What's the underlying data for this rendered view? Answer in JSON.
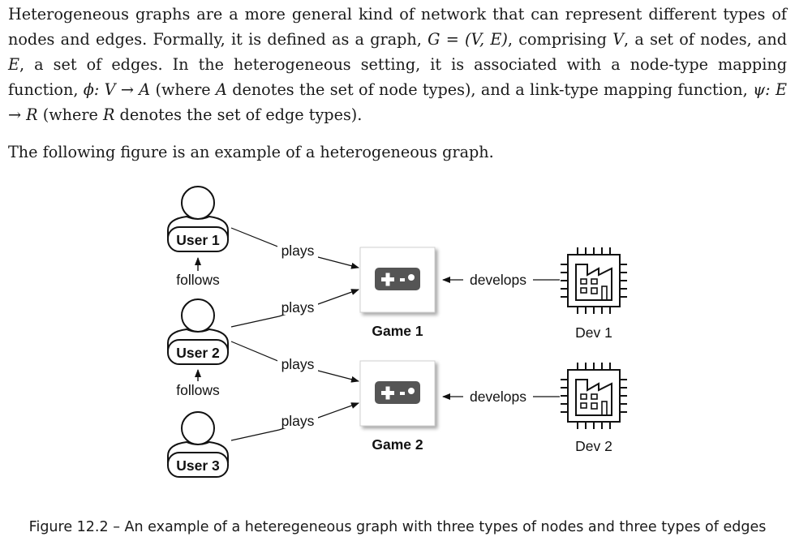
{
  "paragraph1": {
    "s1": "Heterogeneous graphs are a more general kind of network that can represent different types of nodes and edges. Formally, it is defined as a graph, ",
    "m_graph": "G = (V, E)",
    "s2": ", comprising ",
    "m_V": "V",
    "s3": ", a set of nodes, and ",
    "m_E": "E",
    "s4": ", a set of edges. In the heterogeneous setting, it is associated with a node-type mapping function, ",
    "m_phi": "ϕ: V → A",
    "s5": " (where ",
    "m_A": "A",
    "s6": " denotes the set of node types), and a link-type mapping function, ",
    "m_psi": "ψ: E → R",
    "s7": " (where ",
    "m_R": "R",
    "s8": " denotes the set of edge types)."
  },
  "paragraph2": "The following figure is an example of a heterogeneous graph.",
  "figure": {
    "users": [
      "User 1",
      "User 2",
      "User 3"
    ],
    "games": [
      "Game 1",
      "Game 2"
    ],
    "devs": [
      "Dev 1",
      "Dev 2"
    ],
    "edge_labels": {
      "follows": "follows",
      "plays": "plays",
      "develops": "develops"
    }
  },
  "caption": "Figure 12.2 – An example of a heteregeneous graph with three types of nodes and three types of edges"
}
